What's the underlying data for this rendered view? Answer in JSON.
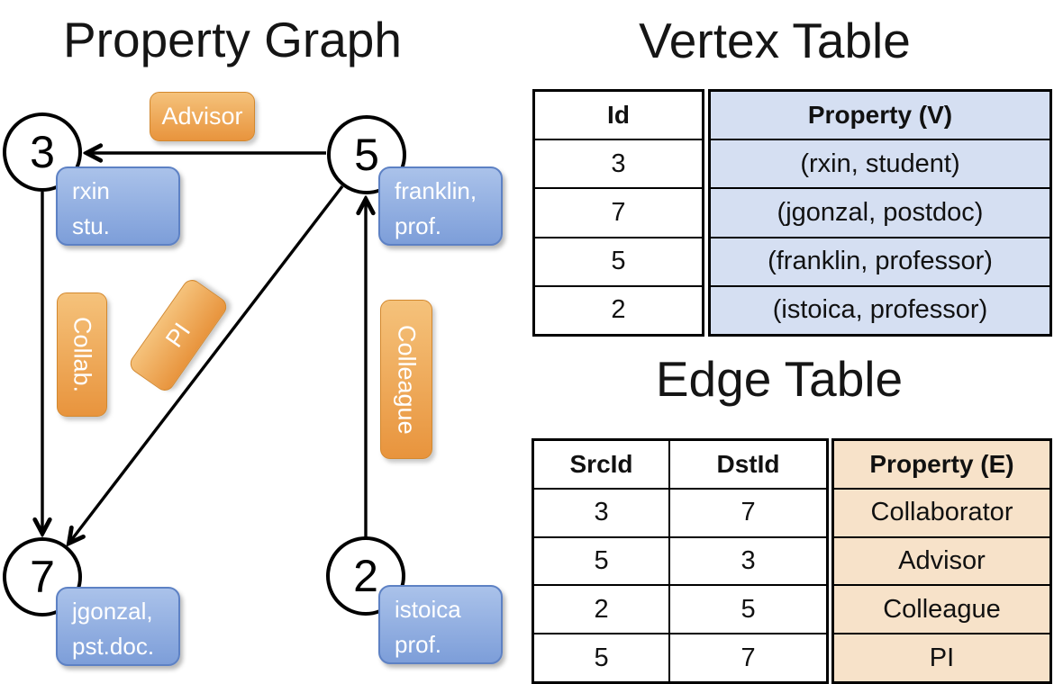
{
  "graph": {
    "title": "Property Graph",
    "nodes": [
      {
        "id": "3",
        "property_lines": [
          "rxin",
          "stu."
        ]
      },
      {
        "id": "5",
        "property_lines": [
          "franklin,",
          "prof."
        ]
      },
      {
        "id": "7",
        "property_lines": [
          "jgonzal,",
          "pst.doc."
        ]
      },
      {
        "id": "2",
        "property_lines": [
          "istoica",
          "prof."
        ]
      }
    ],
    "edge_labels": {
      "advisor": "Advisor",
      "collab": "Collab.",
      "pi": "PI",
      "colleague": "Colleague"
    },
    "edges": [
      {
        "from": "5",
        "to": "3",
        "label": "Advisor"
      },
      {
        "from": "3",
        "to": "7",
        "label": "Collab."
      },
      {
        "from": "5",
        "to": "7",
        "label": "PI"
      },
      {
        "from": "2",
        "to": "5",
        "label": "Colleague"
      }
    ]
  },
  "vertex_table": {
    "title": "Vertex Table",
    "headers": {
      "id": "Id",
      "property": "Property (V)"
    },
    "rows": [
      {
        "id": "3",
        "property": "(rxin, student)"
      },
      {
        "id": "7",
        "property": "(jgonzal, postdoc)"
      },
      {
        "id": "5",
        "property": "(franklin, professor)"
      },
      {
        "id": "2",
        "property": "(istoica, professor)"
      }
    ]
  },
  "edge_table": {
    "title": "Edge Table",
    "headers": {
      "src": "SrcId",
      "dst": "DstId",
      "property": "Property (E)"
    },
    "rows": [
      {
        "src": "3",
        "dst": "7",
        "property": "Collaborator"
      },
      {
        "src": "5",
        "dst": "3",
        "property": "Advisor"
      },
      {
        "src": "2",
        "dst": "5",
        "property": "Colleague"
      },
      {
        "src": "5",
        "dst": "7",
        "property": "PI"
      }
    ]
  },
  "colors": {
    "edge_label_fill_top": "#f5c27b",
    "edge_label_fill_bottom": "#e8943d",
    "vertex_label_fill_top": "#aac2ea",
    "vertex_label_fill_bottom": "#7d9ed9",
    "vertex_table_property_fill": "#d5dff2",
    "edge_table_property_fill": "#f7e2c9",
    "line_color": "#000000"
  }
}
